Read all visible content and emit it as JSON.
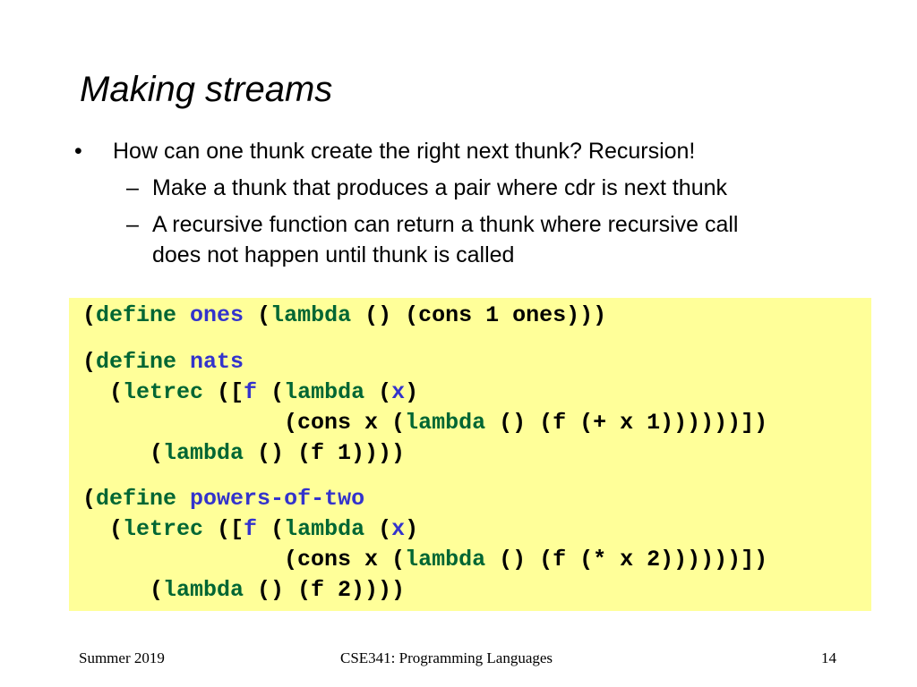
{
  "slide": {
    "title": "Making streams",
    "bullet": {
      "glyph": "•",
      "text": "How can one thunk create the right next thunk?  Recursion!",
      "subpoints": [
        {
          "glyph": "–",
          "lines": [
            "Make a thunk that produces a pair where cdr is next thunk"
          ]
        },
        {
          "glyph": "–",
          "lines": [
            "A recursive function can return a thunk where recursive call",
            "does not happen until thunk is called"
          ]
        }
      ]
    },
    "code": {
      "background_color": "#ffff99",
      "keyword_color": "#006633",
      "name_color": "#3333cc",
      "blocks": [
        [
          [
            [
              "p",
              "("
            ],
            [
              "k",
              "define"
            ],
            [
              "p",
              " "
            ],
            [
              "n",
              "ones"
            ],
            [
              "p",
              " ("
            ],
            [
              "k",
              "lambda"
            ],
            [
              "p",
              " () (cons 1 ones)))"
            ]
          ]
        ],
        [
          [
            [
              "p",
              "("
            ],
            [
              "k",
              "define"
            ],
            [
              "p",
              " "
            ],
            [
              "n",
              "nats"
            ]
          ],
          [
            [
              "p",
              "  ("
            ],
            [
              "k",
              "letrec"
            ],
            [
              "p",
              " (["
            ],
            [
              "n",
              "f"
            ],
            [
              "p",
              " ("
            ],
            [
              "k",
              "lambda"
            ],
            [
              "p",
              " ("
            ],
            [
              "n",
              "x"
            ],
            [
              "p",
              ")"
            ]
          ],
          [
            [
              "p",
              "               (cons x ("
            ],
            [
              "k",
              "lambda"
            ],
            [
              "p",
              " () (f (+ x 1))))))])"
            ]
          ],
          [
            [
              "p",
              "     ("
            ],
            [
              "k",
              "lambda"
            ],
            [
              "p",
              " () (f 1))))"
            ]
          ]
        ],
        [
          [
            [
              "p",
              "("
            ],
            [
              "k",
              "define"
            ],
            [
              "p",
              " "
            ],
            [
              "n",
              "powers-of-two"
            ]
          ],
          [
            [
              "p",
              "  ("
            ],
            [
              "k",
              "letrec"
            ],
            [
              "p",
              " (["
            ],
            [
              "n",
              "f"
            ],
            [
              "p",
              " ("
            ],
            [
              "k",
              "lambda"
            ],
            [
              "p",
              " ("
            ],
            [
              "n",
              "x"
            ],
            [
              "p",
              ")"
            ]
          ],
          [
            [
              "p",
              "               (cons x ("
            ],
            [
              "k",
              "lambda"
            ],
            [
              "p",
              " () (f (* x 2))))))])"
            ]
          ],
          [
            [
              "p",
              "     ("
            ],
            [
              "k",
              "lambda"
            ],
            [
              "p",
              " () (f 2))))"
            ]
          ]
        ]
      ]
    },
    "footer": {
      "left": "Summer 2019",
      "center": "CSE341: Programming Languages",
      "page_number": "14"
    }
  }
}
